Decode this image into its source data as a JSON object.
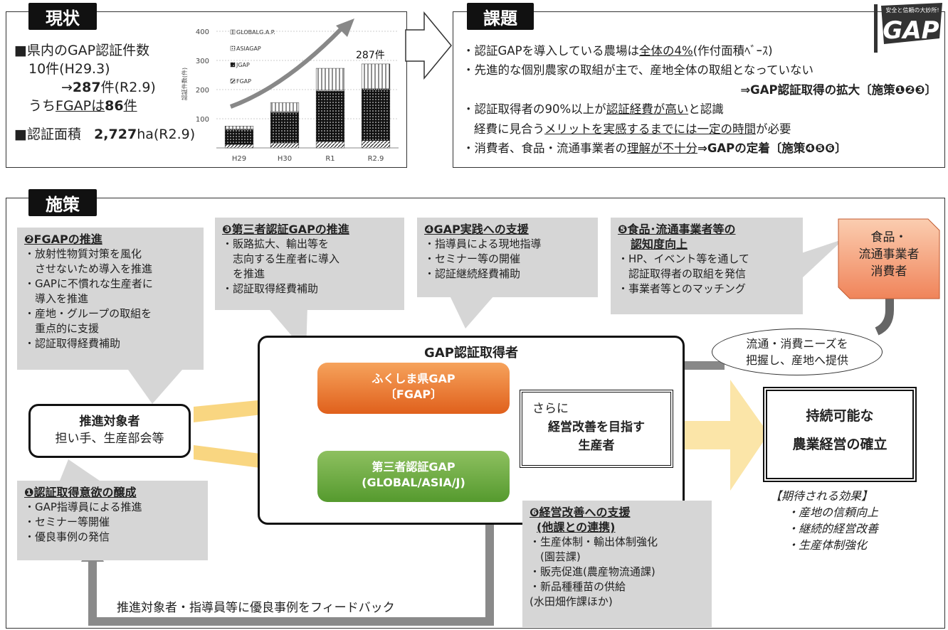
{
  "status": {
    "tab": "現状",
    "bullet1_title": "■県内のGAP認証件数",
    "bullet1_line2": "10件(H29.3)",
    "bullet1_line3_arrow": "→",
    "bullet1_line3_num": "287",
    "bullet1_line3_rest": "件(R2.9)",
    "bullet1_line4_pre": "うち",
    "bullet1_line4_ul": "FGAPは",
    "bullet1_line4_num": "86",
    "bullet1_line4_unit": "件",
    "bullet2_pre": "■認証面積",
    "bullet2_num": "2,727",
    "bullet2_rest": "ha(R2.9)"
  },
  "chart_data": {
    "type": "bar",
    "stacked": true,
    "ylabel": "認証件数(件)",
    "ylim": [
      0,
      400
    ],
    "yticks": [
      "100",
      "200",
      "300",
      "400"
    ],
    "categories": [
      "H29",
      "H30",
      "R1",
      "R2.9"
    ],
    "series": [
      {
        "name": "FGAP",
        "values": [
          12,
          17,
          22,
          25
        ],
        "pattern": "hatch"
      },
      {
        "name": "JGAP",
        "values": [
          50,
          105,
          173,
          175
        ],
        "pattern": "dots"
      },
      {
        "name": "ASIAGAP",
        "values": [
          3,
          3,
          3,
          3
        ],
        "pattern": "small-dots"
      },
      {
        "name": "GLOBALG.A.P.",
        "values": [
          10,
          30,
          75,
          85
        ],
        "pattern": "vertical"
      }
    ],
    "annotation": "287件",
    "legend_position": "top-left"
  },
  "issues": {
    "tab": "課題",
    "logo_text": "GAP",
    "logo_sub": "安全と信頼の大妙所!",
    "l1_pre": "・認証GAPを導入している農場は",
    "l1_ul": "全体の4%",
    "l1_post": "(作付面積ﾍﾞｰｽ)",
    "l2": "・先進的な個別農家の取組が主で、産地全体の取組となっていない",
    "l3": "⇒GAP認証取得の拡大〔施策❶❷❸〕",
    "l4_pre": "・認証取得者の90%以上が",
    "l4_ul": "認証経費が高い",
    "l4_post": "と認識",
    "l5_pre": "経費に見合う",
    "l5_ul": "メリットを実感するまでには一定の時間",
    "l5_post": "が必要",
    "l6_pre": "・消費者、食品・流通事業者の",
    "l6_ul": "理解が不十分",
    "l6_post": "⇒GAPの定着〔施策❹❺❻〕"
  },
  "measures": {
    "tab": "施策",
    "c2": {
      "title": "❷FGAPの推進",
      "lines": [
        "・放射性物質対策を風化",
        "　させないため導入を推進",
        "・GAPに不慣れな生産者に",
        "　導入を推進",
        "・産地・グループの取組を",
        "　重点的に支援",
        "・認証取得経費補助"
      ]
    },
    "c3": {
      "title": "❸第三者認証GAPの推進",
      "lines": [
        "・販路拡大、輸出等を",
        "　志向する生産者に導入",
        "　を推進",
        "・認証取得経費補助"
      ]
    },
    "c4": {
      "title": "❹GAP実践への支援",
      "lines": [
        "・指導員による現地指導",
        "・セミナー等の開催",
        "・認証継続経費補助"
      ]
    },
    "c5": {
      "title1": "❺食品･流通事業者等の",
      "title2": "認知度向上",
      "lines": [
        "・HP、イベント等を通して",
        "　認証取得者の取組を発信",
        "・事業者等とのマッチング"
      ]
    },
    "c1": {
      "title": "❶認証取得意欲の醸成",
      "lines": [
        "・GAP指導員による推進",
        "・セミナー等開催",
        "・優良事例の発信"
      ]
    },
    "c6": {
      "title1": "❻経営改善への支援",
      "title2": "(他課との連携)",
      "lines": [
        "・生産体制・輸出体制強化",
        "　(園芸課)",
        "・販売促進(農産物流通課)",
        "・新品種種苗の供給",
        "(水田畑作課ほか)"
      ]
    },
    "consumer": {
      "l1": "食品・",
      "l2": "流通事業者",
      "l3": "消費者"
    },
    "needs": {
      "l1": "流通・消費ニーズを",
      "l2": "把握し、産地へ提供"
    },
    "target": {
      "title": "推進対象者",
      "sub": "担い手、生産部会等"
    },
    "holder_title": "GAP認証取得者",
    "fgap": {
      "l1": "ふくしま県GAP",
      "l2": "〔FGAP〕"
    },
    "third": {
      "l1": "第三者認証GAP",
      "l2": "(GLOBAL/ASIA/J)"
    },
    "improve": {
      "l1": "さらに",
      "l2": "経営改善を目指す",
      "l3": "生産者"
    },
    "goal": {
      "l1": "持続可能な",
      "l2": "農業経営の確立"
    },
    "effects": {
      "title": "【期待される効果】",
      "items": [
        "・産地の信頼向上",
        "・継続的経営改善",
        "・生産体制強化"
      ]
    },
    "feedback": "推進対象者・指導員等に優良事例をフィードバック"
  }
}
